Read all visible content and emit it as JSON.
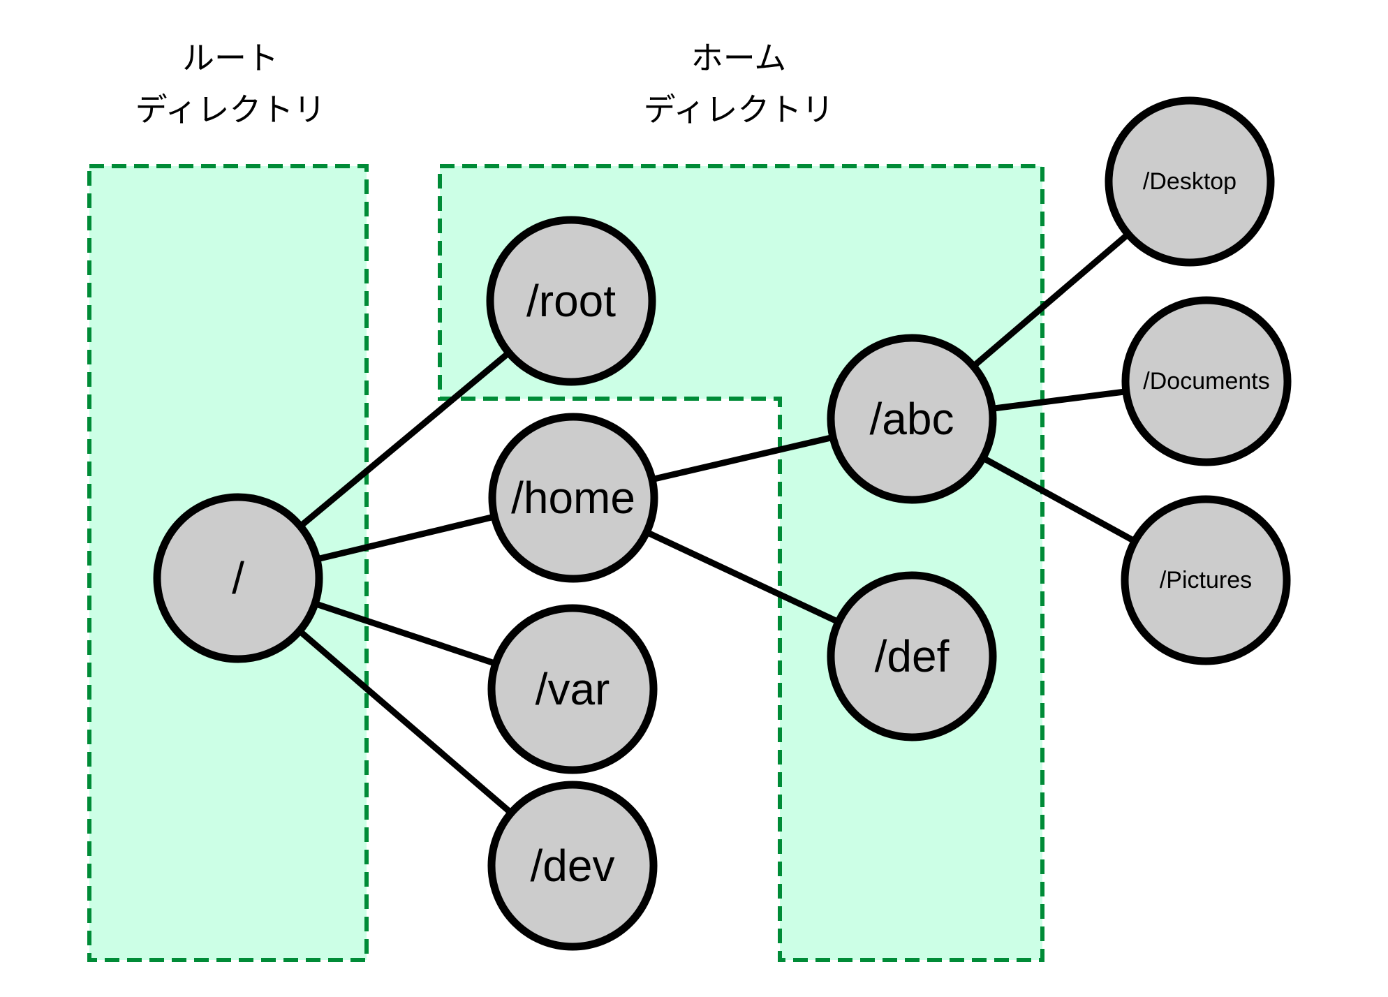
{
  "diagram": {
    "regions": {
      "root_dir": {
        "title_line1": "ルート",
        "title_line2": "ディレクトリ"
      },
      "home_dir": {
        "title_line1": "ホーム",
        "title_line2": "ディレクトリ"
      }
    },
    "nodes": {
      "fs_root": {
        "label": "/"
      },
      "root": {
        "label": "/root"
      },
      "home": {
        "label": "/home"
      },
      "var": {
        "label": "/var"
      },
      "dev": {
        "label": "/dev"
      },
      "abc": {
        "label": "/abc"
      },
      "def": {
        "label": "/def"
      },
      "desktop": {
        "label": "/Desktop"
      },
      "documents": {
        "label": "/Documents"
      },
      "pictures": {
        "label": "/Pictures"
      }
    },
    "edges": [
      {
        "from": "/",
        "to": "/root"
      },
      {
        "from": "/",
        "to": "/home"
      },
      {
        "from": "/",
        "to": "/var"
      },
      {
        "from": "/",
        "to": "/dev"
      },
      {
        "from": "/home",
        "to": "/abc"
      },
      {
        "from": "/home",
        "to": "/def"
      },
      {
        "from": "/abc",
        "to": "/Desktop"
      },
      {
        "from": "/abc",
        "to": "/Documents"
      },
      {
        "from": "/abc",
        "to": "/Pictures"
      }
    ],
    "colors": {
      "region_fill": "#ccffe6",
      "region_stroke": "#008b37",
      "node_fill": "#cccccc",
      "node_stroke": "#000000",
      "edge_stroke": "#000000"
    }
  }
}
